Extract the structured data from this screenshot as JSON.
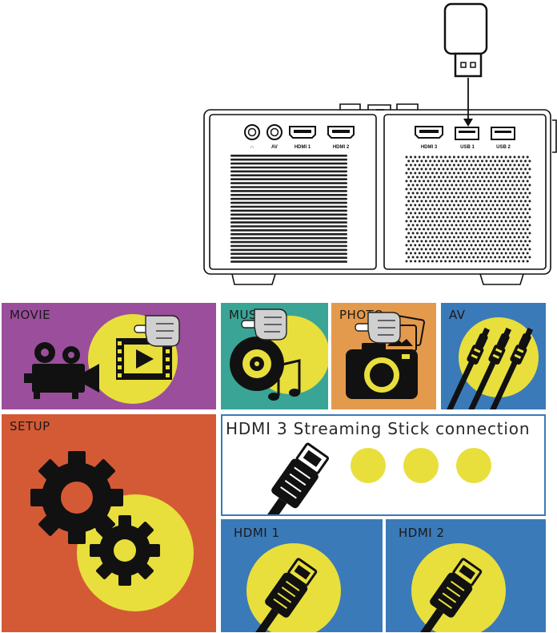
{
  "colors": {
    "movie_bg": "#9b4e9c",
    "music_bg": "#3aa596",
    "photo_bg": "#e49a4c",
    "av_bg": "#3b7ab8",
    "setup_bg": "#d45a36",
    "hdmi_bg": "#3b7ab8",
    "accent_yellow": "#e8df3c"
  },
  "device": {
    "ports_left": [
      "∩",
      "AV",
      "HDMI 1",
      "HDMI 2"
    ],
    "ports_right": [
      "HDMI 3",
      "USB 1",
      "USB 2"
    ]
  },
  "menu": {
    "movie": {
      "label": "MOVIE",
      "icon": "film-camera-icon"
    },
    "music": {
      "label": "MUS",
      "icon": "music-disc-icon"
    },
    "photo": {
      "label": "PHOTO",
      "icon": "photo-camera-icon"
    },
    "av": {
      "label": "AV",
      "icon": "rca-cable-icon"
    },
    "setup": {
      "label": "SETUP",
      "icon": "gears-icon"
    },
    "hdmi3": {
      "label": "HDMI 3 Streaming Stick connection",
      "icon": "hdmi-plug-icon"
    },
    "hdmi1": {
      "label": "HDMI 1",
      "icon": "hdmi-plug-icon"
    },
    "hdmi2": {
      "label": "HDMI 2",
      "icon": "hdmi-plug-icon"
    }
  }
}
